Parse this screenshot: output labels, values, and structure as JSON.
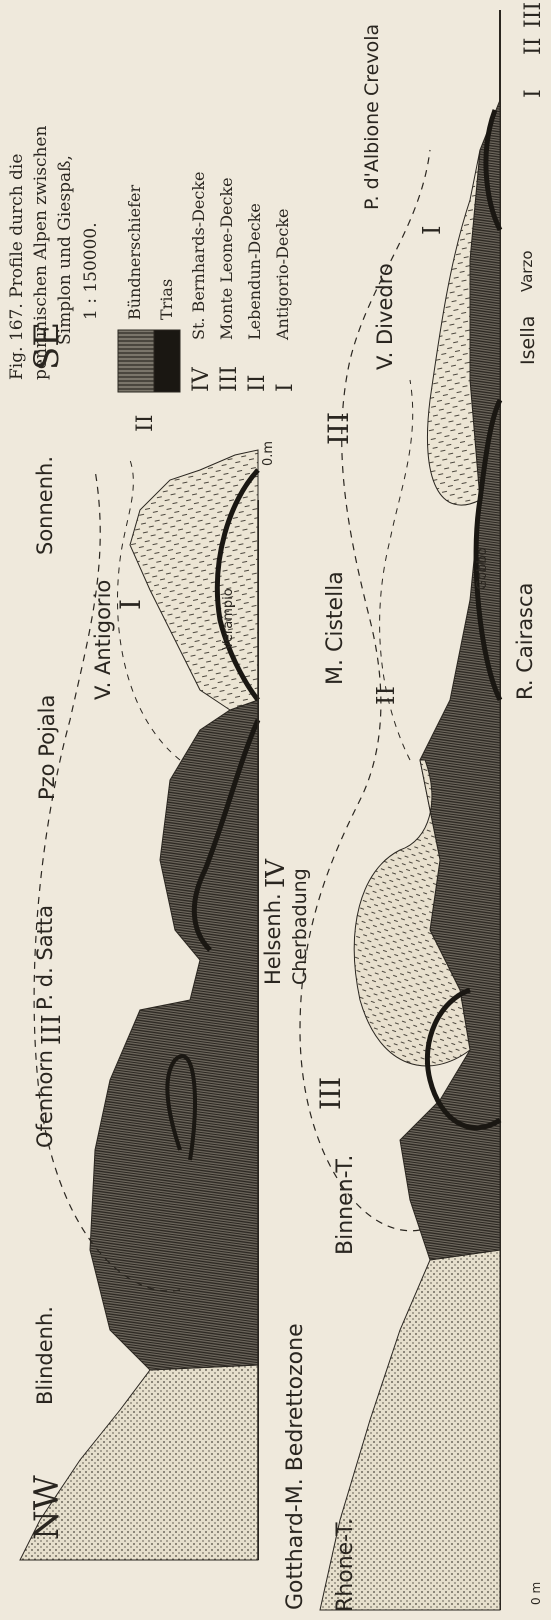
{
  "caption": {
    "line1": "Fig. 167.  Profile durch die",
    "line2": "penninischen Alpen zwischen",
    "line3": "Simplon und Giespaß,",
    "line4": "1 : 150000."
  },
  "legend": [
    {
      "key": "",
      "label": "Bündnerschiefer",
      "swatch": "schist"
    },
    {
      "key": "",
      "label": "Trias",
      "swatch": "black"
    },
    {
      "key": "IV",
      "label": "St. Bernhards-Decke",
      "swatch": ""
    },
    {
      "key": "III",
      "label": "Monte Leone-Decke",
      "swatch": ""
    },
    {
      "key": "II",
      "label": "Lebendun-Decke",
      "swatch": ""
    },
    {
      "key": "I",
      "label": "Antigorio-Decke",
      "swatch": ""
    }
  ],
  "directions": {
    "nw": "NW",
    "se": "SE"
  },
  "upper_profile": {
    "labels": {
      "blindenh": "Blindenh.",
      "ofenhorn": "Ofenhorn",
      "pdsatta": "P. d. Satta",
      "pojala": "Pzo Pojala",
      "antigorio": "V. Antigorio",
      "verampio": "Verampio",
      "sonnenh": "Sonnenh.",
      "zero": "0.m"
    },
    "roman": {
      "iii": "III",
      "i": "I",
      "ii": "II"
    }
  },
  "lower_profile": {
    "labels": {
      "gotthard": "Gotthard-M. Bedrettozone",
      "rhone": "Rhone-T.",
      "binnen": "Binnen-T.",
      "helsenh": "Helsenh.",
      "cherbadung": "Cherbadung",
      "cistella": "M. Cistella",
      "cairasca": "R. Cairasca",
      "gobbo": "Gobbo",
      "divedro": "V. Divedro",
      "isella": "Isella",
      "varzo": "Varzo",
      "albione": "P. d'Albione",
      "crevola": "Crevola",
      "zero": "0 m"
    },
    "roman": {
      "iii": "III",
      "iv": "IV",
      "ii": "II",
      "iii_mid": "III",
      "i": "I",
      "i_right": "I",
      "ii_right": "II",
      "iii_right": "III"
    }
  },
  "colors": {
    "paper": "#efe9dc",
    "ink": "#2a2620",
    "schist": "#4a4640",
    "shade": "#8c877c"
  }
}
